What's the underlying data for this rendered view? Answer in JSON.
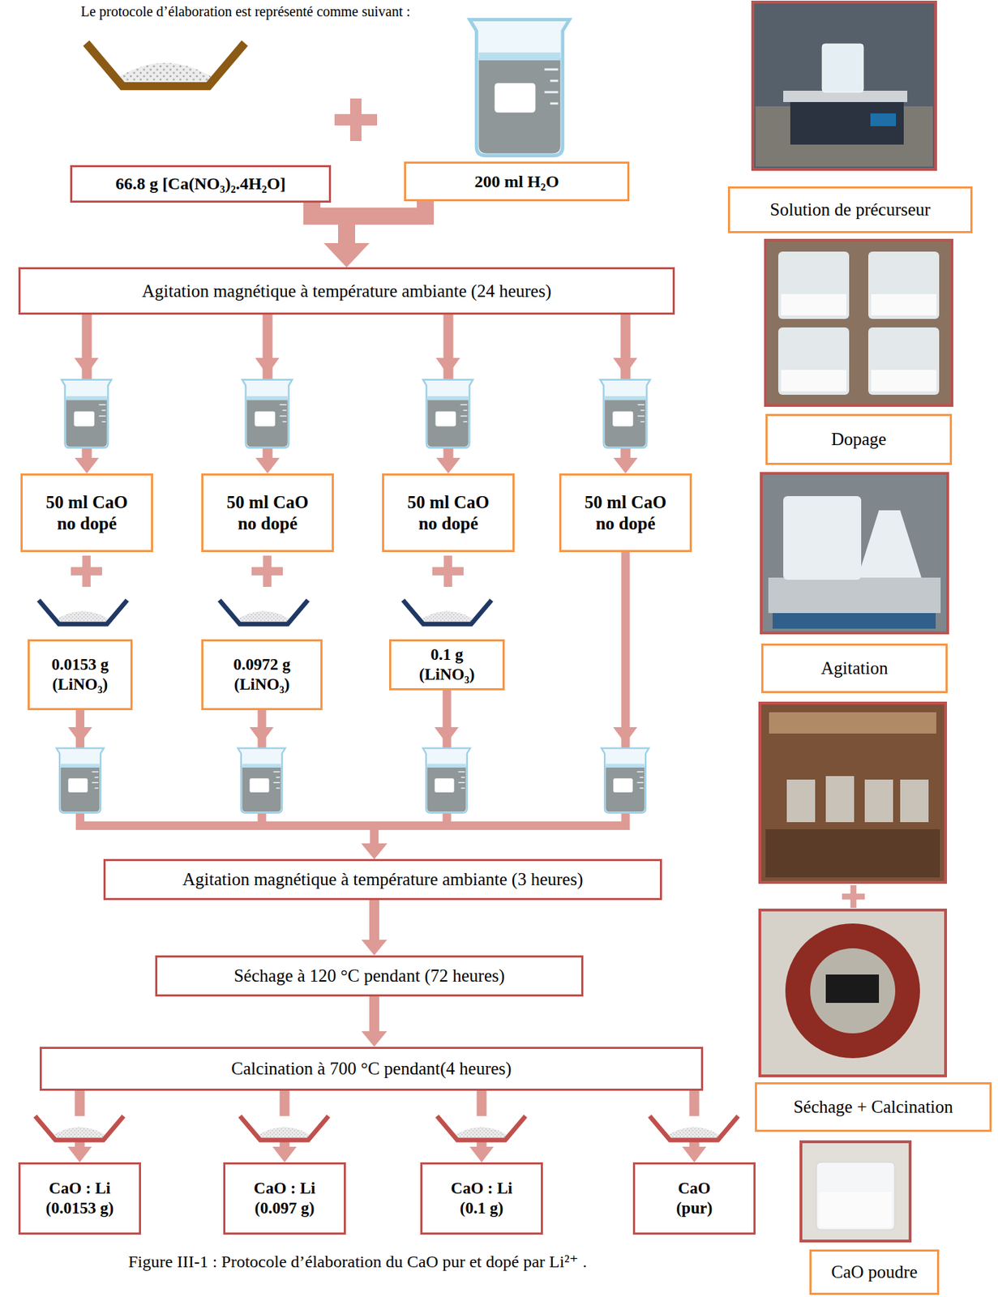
{
  "diagram": {
    "caption": "Figure III-1 : Protocole d’élaboration du CaO pur et dopé par Li²⁺ .",
    "nodes": [
      {
        "text": [
          "66.8 g [Ca(NO₃)₂.4H₂O]"
        ]
      },
      {
        "text": [
          "200 ml H₂O"
        ]
      },
      {
        "text": [
          "Agitation magnétique à température ambiante (24 heures)"
        ]
      },
      {
        "text": [
          "50 ml CaO no dopé"
        ]
      },
      {
        "text": [
          "50 ml CaO no dopé"
        ]
      },
      {
        "text": [
          "50 ml CaO no dopé"
        ]
      },
      {
        "text": [
          "50 ml CaO no dopé"
        ]
      },
      {
        "text": [
          "0.0153 g (LiNO₃)"
        ]
      },
      {
        "text": [
          "0.0972 g (LiNO₃)"
        ]
      },
      {
        "text": [
          "0.1 g (LiNO₃)"
        ]
      },
      {
        "text": [
          "Agitation magnétique à température ambiante (3 heures)"
        ]
      },
      {
        "text": [
          "Séchage à 120 °C pendant (72 heures)"
        ]
      },
      {
        "text": [
          "Calcination à 700 °C pendant(4 heures)"
        ]
      },
      {
        "text": [
          "CaO : Li (0.0153 g)"
        ]
      },
      {
        "text": [
          "CaO : Li (0.097 g)"
        ]
      },
      {
        "text": [
          "CaO : Li (0.1 g)"
        ]
      },
      {
        "text": [
          "CaO (pur)"
        ]
      },
      {
        "text": [
          "Solution de précurseur"
        ]
      },
      {
        "text": [
          "Dopage"
        ]
      },
      {
        "text": [
          "Agitation"
        ]
      },
      {
        "text": [
          "Séchage + Calcination"
        ]
      },
      {
        "text": [
          "CaO poudre"
        ]
      }
    ],
    "edges": [
      {
        "from": 0,
        "to": 2,
        "arrow": "to"
      },
      {
        "from": 1,
        "to": 2,
        "arrow": "to"
      },
      {
        "from": 2,
        "to": 3,
        "arrow": "to"
      },
      {
        "from": 2,
        "to": 4,
        "arrow": "to"
      },
      {
        "from": 2,
        "to": 5,
        "arrow": "to"
      },
      {
        "from": 2,
        "to": 6,
        "arrow": "to"
      },
      {
        "from": 7,
        "to": 10,
        "arrow": "to"
      },
      {
        "from": 8,
        "to": 10,
        "arrow": "to"
      },
      {
        "from": 9,
        "to": 10,
        "arrow": "to"
      },
      {
        "from": 6,
        "to": 10,
        "arrow": "to"
      },
      {
        "from": 10,
        "to": 11,
        "arrow": "to"
      },
      {
        "from": 11,
        "to": 12,
        "arrow": "to"
      },
      {
        "from": 12,
        "to": 13,
        "arrow": "to"
      },
      {
        "from": 12,
        "to": 14,
        "arrow": "to"
      },
      {
        "from": 12,
        "to": 15,
        "arrow": "to"
      },
      {
        "from": 12,
        "to": 16,
        "arrow": "to"
      }
    ],
    "labels": [
      "Le protocole d’élaboration est représenté comme suivant :"
    ]
  }
}
